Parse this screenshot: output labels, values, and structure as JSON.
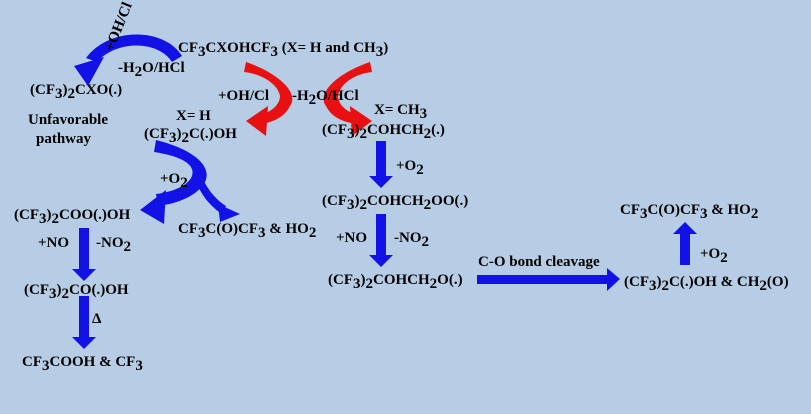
{
  "colors": {
    "background": "#b7cde6",
    "blue_arrow": "#1212e6",
    "red_arrow": "#e81010",
    "text": "#000000"
  },
  "molecules": {
    "start": {
      "pre": "CF",
      "s1": "3",
      "mid": "CXOHCF",
      "s2": "3",
      "post": " (X= H and CH",
      "s3": "3",
      "end": ")"
    },
    "cxo": {
      "pre": "(CF",
      "s1": "3",
      "mid": ")",
      "s2": "2",
      "post": "CXO(.)"
    },
    "alcohol_radical": {
      "pre": "(CF",
      "s1": "3",
      "mid": ")",
      "s2": "2",
      "post": "C(.)OH"
    },
    "ch2_radical": {
      "pre": "(CF",
      "s1": "3",
      "mid": ")",
      "s2": "2",
      "post": "COHCH",
      "s3": "2",
      "end": "(.)"
    },
    "peroxy_oh": {
      "pre": "(CF",
      "s1": "3",
      "mid": ")",
      "s2": "2",
      "post": "COO(.)OH"
    },
    "ketone_h": {
      "pre": "CF",
      "s1": "3",
      "mid": "C(O)CF",
      "s2": "3",
      "post": " & HO",
      "s3": "2"
    },
    "peroxy_ch2": {
      "pre": "(CF",
      "s1": "3",
      "mid": ")",
      "s2": "2",
      "post": "COHCH",
      "s3": "2",
      "end": "OO(.)"
    },
    "ketone_final": {
      "pre": "CF",
      "s1": "3",
      "mid": "C(O)CF",
      "s2": "3",
      "post": " & HO",
      "s3": "2"
    },
    "alkoxy_oh": {
      "pre": "(CF",
      "s1": "3",
      "mid": ")",
      "s2": "2",
      "post": "CO(.)OH"
    },
    "alkoxy_ch2": {
      "pre": "(CF",
      "s1": "3",
      "mid": ")",
      "s2": "2",
      "post": "COHCH",
      "s3": "2",
      "end": "O(.)"
    },
    "cleavage_products": {
      "pre": "(CF",
      "s1": "3",
      "mid": ")",
      "s2": "2",
      "post": "C(.)OH  & CH",
      "s3": "2",
      "end": "(O)"
    },
    "acid": {
      "pre": "CF",
      "s1": "3",
      "mid": "COOH & CF",
      "s2": "3"
    }
  },
  "labels": {
    "oh_cl_curved_a": "+OH/Cl",
    "h2o_hcl_a": "-H",
    "h2o_hcl_a_sub": "2",
    "h2o_hcl_a_end": "O/HCl",
    "unfavorable_1": "Unfavorable",
    "unfavorable_2": "pathway",
    "oh_cl_red": "+OH/Cl",
    "h2o_hcl_red": "-H",
    "h2o_hcl_red_sub": "2",
    "h2o_hcl_red_end": "O/HCl",
    "x_h": "X= H",
    "x_ch3": "X= CH",
    "x_ch3_sub": "3",
    "o2_left": "+O",
    "o2_left_sub": "2",
    "o2_mid": "+O",
    "o2_mid_sub": "2",
    "no_left": "+NO",
    "no2_left": "-NO",
    "no2_left_sub": "2",
    "no_mid": "+NO",
    "no2_mid": "-NO",
    "no2_mid_sub": "2",
    "heat": "Δ",
    "cleavage": "C-O bond cleavage",
    "o2_right": "+O",
    "o2_right_sub": "2"
  }
}
